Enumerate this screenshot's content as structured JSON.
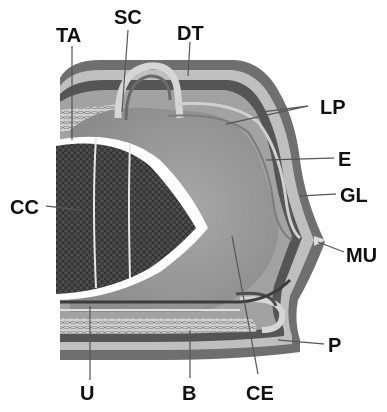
{
  "labels": {
    "ta": "TA",
    "sc": "SC",
    "dt": "DT",
    "lp": "LP",
    "e": "E",
    "gl": "GL",
    "cc": "CC",
    "mu": "MU",
    "p": "P",
    "u": "U",
    "b": "B",
    "ce": "CE"
  },
  "colors": {
    "outer_skin": "#5a5a5a",
    "skin_light": "#c4c4c4",
    "inner_body": "#9a9a9a",
    "bone": "#4a4a4a",
    "mucosa": "#b0b0b0",
    "background": "#ffffff"
  }
}
